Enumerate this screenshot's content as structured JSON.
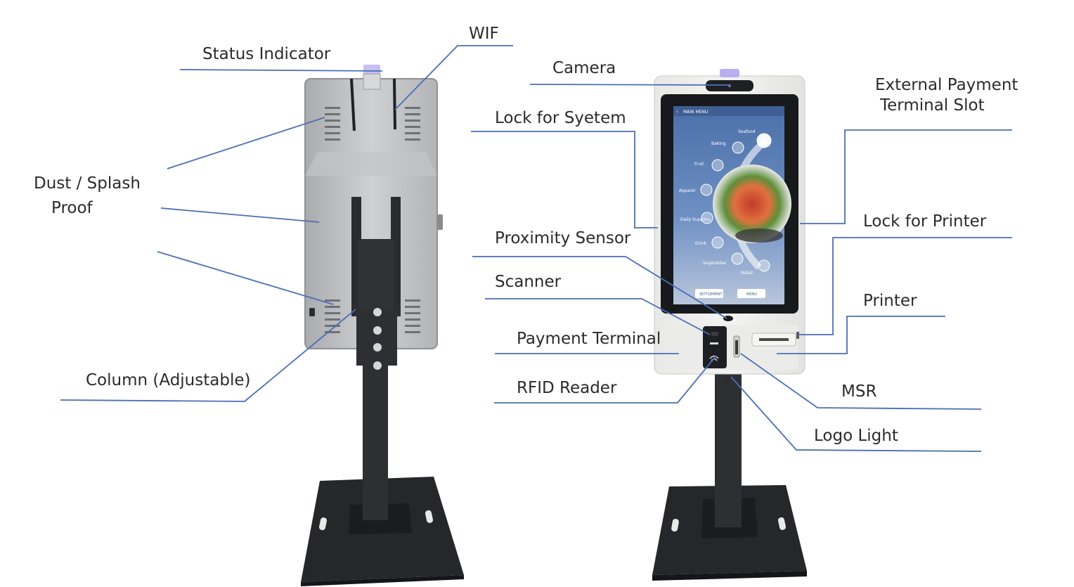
{
  "labels": {
    "status_indicator": "Status Indicator",
    "wif": "WIF",
    "dust_splash_line1": "Dust / Splash",
    "dust_splash_line2": "Proof",
    "column": "Column (Adjustable)",
    "camera": "Camera",
    "lock_system": "Lock for Syetem",
    "ext_payment_line1": "External Payment",
    "ext_payment_line2": "Terminal Slot",
    "lock_printer": "Lock for Printer",
    "proximity": "Proximity Sensor",
    "scanner": "Scanner",
    "printer": "Printer",
    "payment_terminal": "Payment Terminal",
    "rfid": "RFID Reader",
    "msr": "MSR",
    "logo_light": "Logo Light"
  },
  "screen": {
    "header": "MAIN MENU",
    "categories": [
      "Seafood",
      "Baking",
      "Fruit",
      "Apparel",
      "Daily Supplies",
      "Drink",
      "Vegetables",
      "Retail"
    ],
    "btn_settlement": "SETTLEMENT",
    "btn_menu": "MENU"
  },
  "colors": {
    "leader_line": "#4a6fb5",
    "cabinet": "#bcbdbf",
    "stand": "#2a2c30",
    "status_light": "#b9aef0",
    "screen_bg": "#5a7fb8"
  }
}
